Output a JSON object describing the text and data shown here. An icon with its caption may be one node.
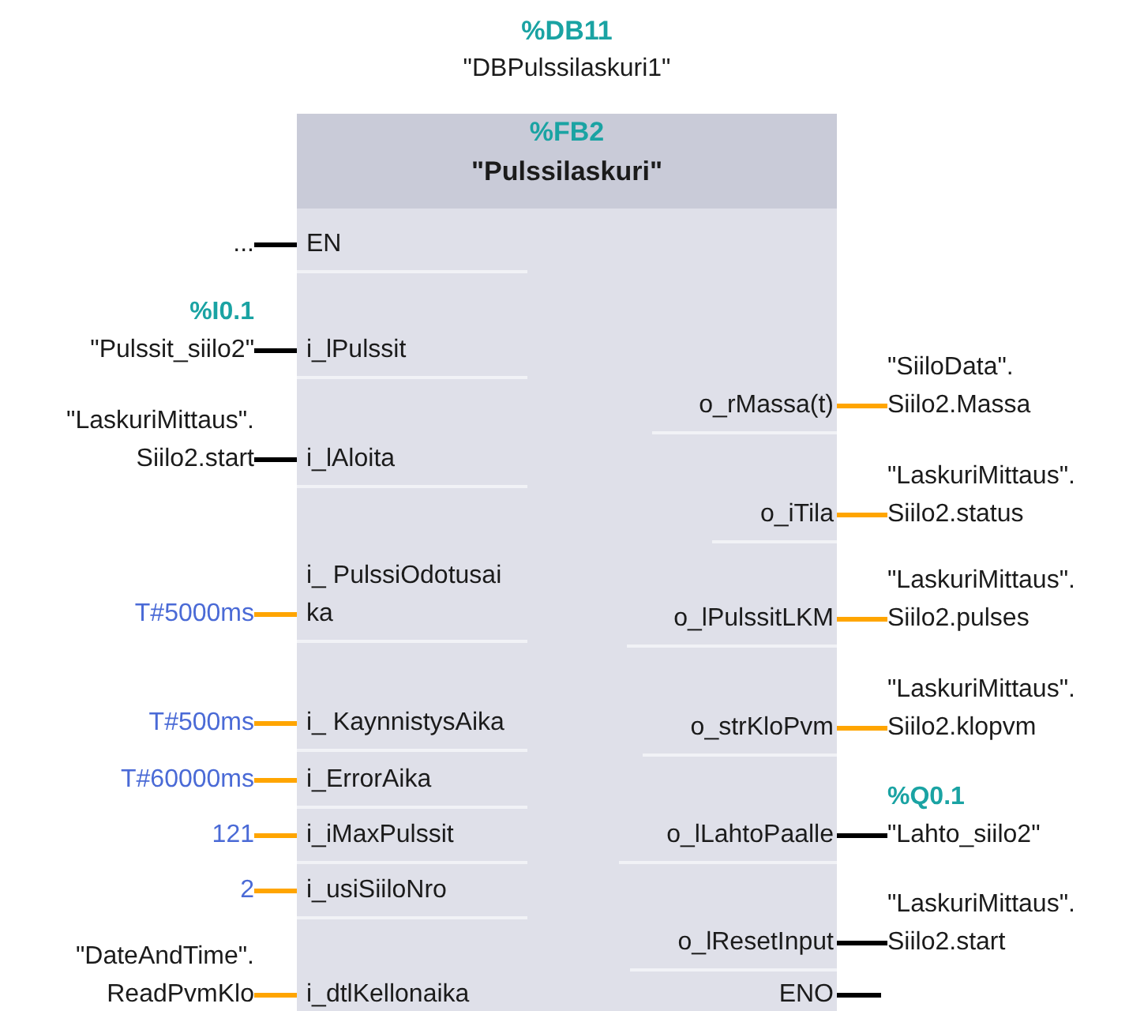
{
  "diagram": {
    "nodes": [
      {
        "text": [
          "%FB2",
          "\"Pulssilaskuri\""
        ],
        "beside": [
          "%DB11",
          "\"DBPulssilaskuri1\""
        ]
      },
      {
        "text": [
          "EN"
        ],
        "in": 0
      },
      {
        "text": [
          "i_lPulssit"
        ],
        "in": 0
      },
      {
        "text": [
          "i_lAloita"
        ],
        "in": 0
      },
      {
        "text": [
          "i_ PulssiOdotusai ka"
        ],
        "in": 0
      },
      {
        "text": [
          "i_ KaynnistysAika"
        ],
        "in": 0
      },
      {
        "text": [
          "i_ErrorAika"
        ],
        "in": 0
      },
      {
        "text": [
          "i_iMaxPulssit"
        ],
        "in": 0
      },
      {
        "text": [
          "i_usiSiiloNro"
        ],
        "in": 0
      },
      {
        "text": [
          "i_dtlKellonaika"
        ],
        "in": 0
      },
      {
        "text": [
          "o_rMassa(t)"
        ],
        "in": 0
      },
      {
        "text": [
          "o_iTila"
        ],
        "in": 0
      },
      {
        "text": [
          "o_lPulssitLKM"
        ],
        "in": 0
      },
      {
        "text": [
          "o_strKloPvm"
        ],
        "in": 0
      },
      {
        "text": [
          "o_lLahtoPaalle"
        ],
        "in": 0
      },
      {
        "text": [
          "o_lResetInput"
        ],
        "in": 0
      },
      {
        "text": [
          "ENO"
        ],
        "in": 0
      },
      {
        "text": [
          "..."
        ]
      },
      {
        "text": [
          "%I0.1",
          "\"Pulssit_siilo2\""
        ]
      },
      {
        "text": [
          "\"LaskuriMittaus\". Siilo2.start"
        ]
      },
      {
        "text": [
          "T#5000ms"
        ]
      },
      {
        "text": [
          "T#500ms"
        ]
      },
      {
        "text": [
          "T#60000ms"
        ]
      },
      {
        "text": [
          "121"
        ]
      },
      {
        "text": [
          "2"
        ]
      },
      {
        "text": [
          "\"DateAndTime\". ReadPvmKlo"
        ]
      },
      {
        "text": [
          "\"SiiloData\". Siilo2.Massa"
        ]
      },
      {
        "text": [
          "\"LaskuriMittaus\". Siilo2.status"
        ]
      },
      {
        "text": [
          "\"LaskuriMittaus\". Siilo2.pulses"
        ]
      },
      {
        "text": [
          "\"LaskuriMittaus\". Siilo2.klopvm"
        ]
      },
      {
        "text": [
          "%Q0.1",
          "\"Lahto_siilo2\""
        ]
      },
      {
        "text": [
          "\"LaskuriMittaus\". Siilo2.start"
        ]
      }
    ],
    "edges": [
      {
        "from": 17,
        "to": 1,
        "arrow": "none",
        "color": "#000000"
      },
      {
        "from": 18,
        "to": 2,
        "arrow": "none",
        "color": "#000000"
      },
      {
        "from": 19,
        "to": 3,
        "arrow": "none",
        "color": "#000000"
      },
      {
        "from": 20,
        "to": 4,
        "arrow": "none"
      },
      {
        "from": 21,
        "to": 5,
        "arrow": "none"
      },
      {
        "from": 22,
        "to": 6,
        "arrow": "none"
      },
      {
        "from": 23,
        "to": 7,
        "arrow": "none"
      },
      {
        "from": 24,
        "to": 8,
        "arrow": "none"
      },
      {
        "from": 25,
        "to": 9,
        "arrow": "none"
      },
      {
        "from": 10,
        "to": 26,
        "arrow": "none"
      },
      {
        "from": 11,
        "to": 27,
        "arrow": "none"
      },
      {
        "from": 12,
        "to": 28,
        "arrow": "none"
      },
      {
        "from": 13,
        "to": 29,
        "arrow": "none"
      },
      {
        "from": 14,
        "to": 30,
        "arrow": "none",
        "color": "#000000"
      },
      {
        "from": 15,
        "to": 31,
        "arrow": "none",
        "color": "#000000"
      },
      {
        "from": 16,
        "to": null,
        "arrow": "none",
        "color": "#000000"
      }
    ]
  }
}
